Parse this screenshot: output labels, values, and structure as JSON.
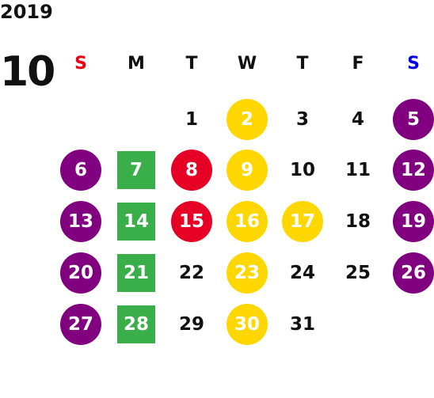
{
  "year": "2019",
  "month": "10",
  "weekdays": [
    {
      "label": "S",
      "color": "#e60012"
    },
    {
      "label": "M",
      "color": "#111111"
    },
    {
      "label": "T",
      "color": "#111111"
    },
    {
      "label": "W",
      "color": "#111111"
    },
    {
      "label": "T",
      "color": "#111111"
    },
    {
      "label": "F",
      "color": "#111111"
    },
    {
      "label": "S",
      "color": "#0000dd"
    }
  ],
  "colors": {
    "purple": "#800080",
    "green": "#3aae48",
    "red": "#e60026",
    "yellow": "#ffd700"
  },
  "days": [
    {
      "n": "1",
      "style": "none"
    },
    {
      "n": "2",
      "style": "yellow-circle"
    },
    {
      "n": "3",
      "style": "none"
    },
    {
      "n": "4",
      "style": "none"
    },
    {
      "n": "5",
      "style": "purple-circle"
    },
    {
      "n": "6",
      "style": "purple-circle"
    },
    {
      "n": "7",
      "style": "green-square"
    },
    {
      "n": "8",
      "style": "red-circle"
    },
    {
      "n": "9",
      "style": "yellow-circle"
    },
    {
      "n": "10",
      "style": "none"
    },
    {
      "n": "11",
      "style": "none"
    },
    {
      "n": "12",
      "style": "purple-circle"
    },
    {
      "n": "13",
      "style": "purple-circle"
    },
    {
      "n": "14",
      "style": "green-square"
    },
    {
      "n": "15",
      "style": "red-circle"
    },
    {
      "n": "16",
      "style": "yellow-circle"
    },
    {
      "n": "17",
      "style": "yellow-circle"
    },
    {
      "n": "18",
      "style": "none"
    },
    {
      "n": "19",
      "style": "purple-circle"
    },
    {
      "n": "20",
      "style": "purple-circle"
    },
    {
      "n": "21",
      "style": "green-square"
    },
    {
      "n": "22",
      "style": "none"
    },
    {
      "n": "23",
      "style": "yellow-circle"
    },
    {
      "n": "24",
      "style": "none"
    },
    {
      "n": "25",
      "style": "none"
    },
    {
      "n": "26",
      "style": "purple-circle"
    },
    {
      "n": "27",
      "style": "purple-circle"
    },
    {
      "n": "28",
      "style": "green-square"
    },
    {
      "n": "29",
      "style": "none"
    },
    {
      "n": "30",
      "style": "yellow-circle"
    },
    {
      "n": "31",
      "style": "none"
    }
  ]
}
